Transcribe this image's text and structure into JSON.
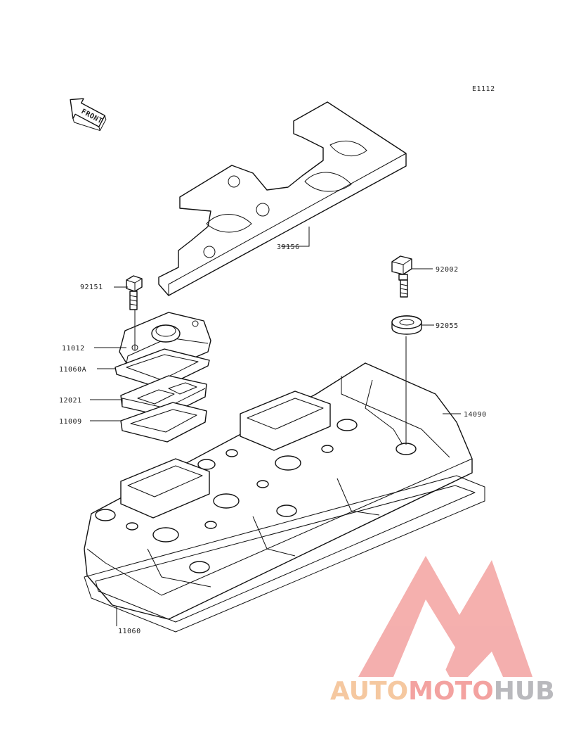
{
  "diagram": {
    "reference_code": "E1112",
    "front_indicator": "FRONT",
    "parts": [
      {
        "id": "39156"
      },
      {
        "id": "92151"
      },
      {
        "id": "92002"
      },
      {
        "id": "11012"
      },
      {
        "id": "11060A"
      },
      {
        "id": "92055"
      },
      {
        "id": "12021"
      },
      {
        "id": "11009"
      },
      {
        "id": "14090"
      },
      {
        "id": "11060"
      }
    ]
  },
  "watermark": {
    "part1": "AUTO",
    "part2": "MOTO",
    "part3": "HUB",
    "colors": {
      "auto": "#f5c8a0",
      "moto": "#f3a2a0",
      "hub": "#b9b9bd",
      "logo": "#f3a2a0"
    }
  }
}
